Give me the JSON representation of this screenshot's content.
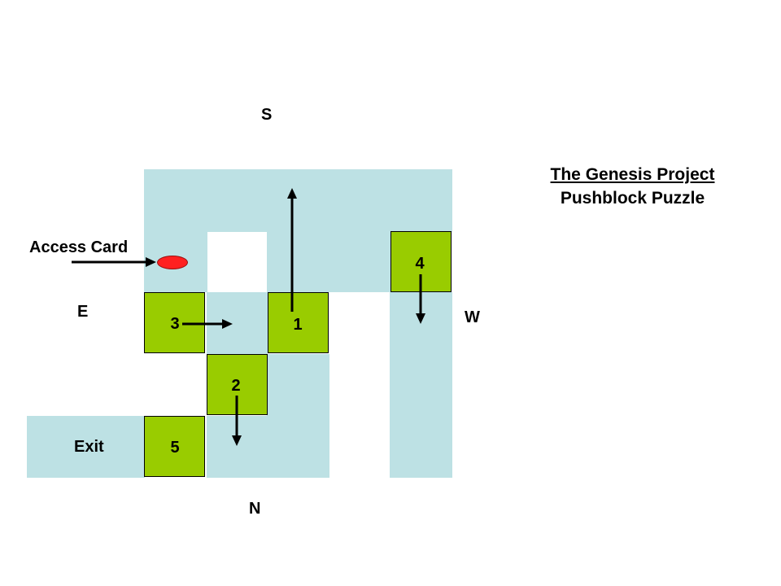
{
  "directions": {
    "south": "S",
    "north": "N",
    "east": "E",
    "west": "W"
  },
  "title": {
    "line1": "The Genesis Project",
    "line2": "Pushblock Puzzle"
  },
  "labels": {
    "access_card": "Access Card",
    "exit": "Exit"
  },
  "blocks": [
    "1",
    "2",
    "3",
    "4",
    "5"
  ],
  "colors": {
    "floor": "#bde1e4",
    "block": "#99cc00",
    "card": "#ff2020"
  }
}
